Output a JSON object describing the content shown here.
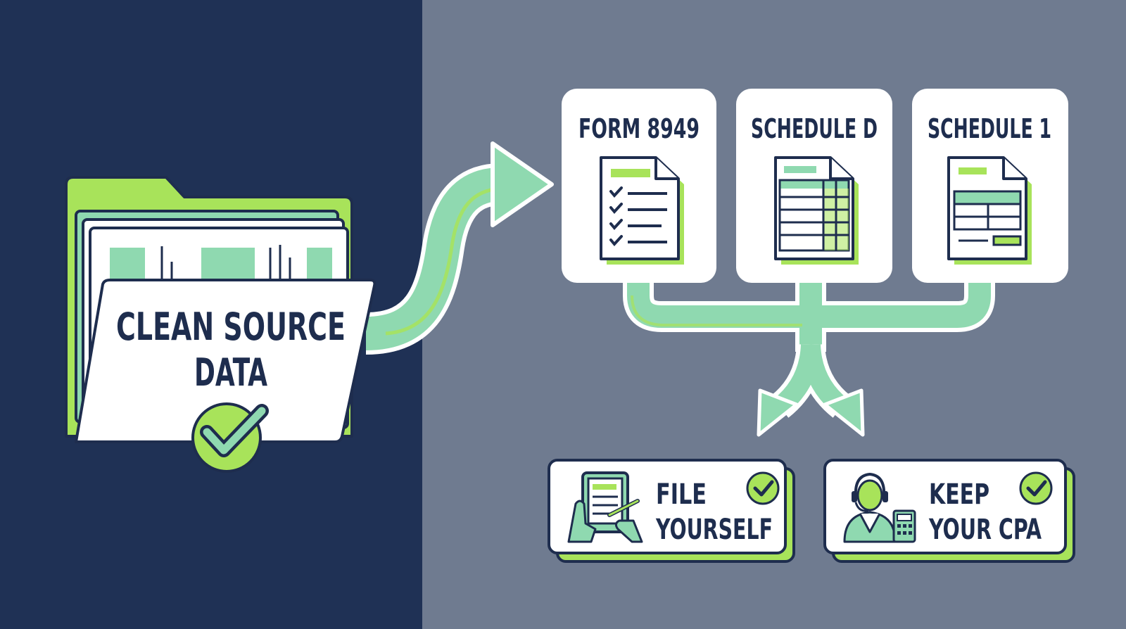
{
  "source": {
    "label_line1": "CLEAN SOURCE",
    "label_line2": "DATA",
    "icon": "folder-icon",
    "status_icon": "check-circle-icon"
  },
  "forms": [
    {
      "title": "FORM 8949",
      "icon": "checklist-document-icon"
    },
    {
      "title": "SCHEDULE D",
      "icon": "spreadsheet-document-icon"
    },
    {
      "title": "SCHEDULE 1",
      "icon": "form-document-icon"
    }
  ],
  "outcomes": [
    {
      "line1": "FILE",
      "line2": "YOURSELF",
      "icon": "tablet-signing-icon"
    },
    {
      "line1": "KEEP",
      "line2": "YOUR CPA",
      "icon": "advisor-headset-icon"
    }
  ],
  "colors": {
    "left_panel": "#1f3155",
    "right_panel": "#6f7b90",
    "accent_green": "#a8e35a",
    "mint": "#8fd9b0",
    "ink": "#1e2d4e",
    "card": "#ffffff"
  }
}
